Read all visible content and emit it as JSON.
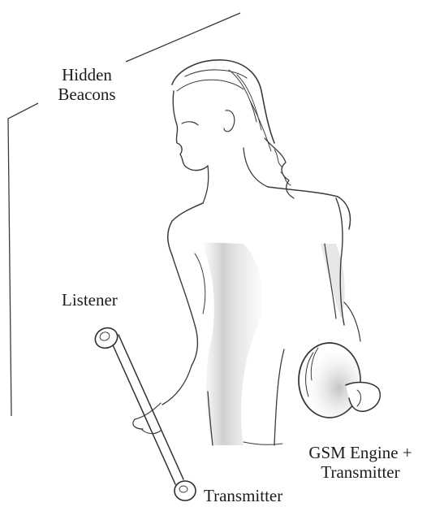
{
  "labels": {
    "hidden_beacons_line1": "Hidden",
    "hidden_beacons_line2": "Beacons",
    "listener": "Listener",
    "gsm_line1": "GSM Engine +",
    "gsm_line2": "Transmitter",
    "transmitter": "Transmitter"
  },
  "colors": {
    "ink": "#2a2a2a",
    "shade": "#9a9a9a",
    "paper": "#ffffff"
  }
}
